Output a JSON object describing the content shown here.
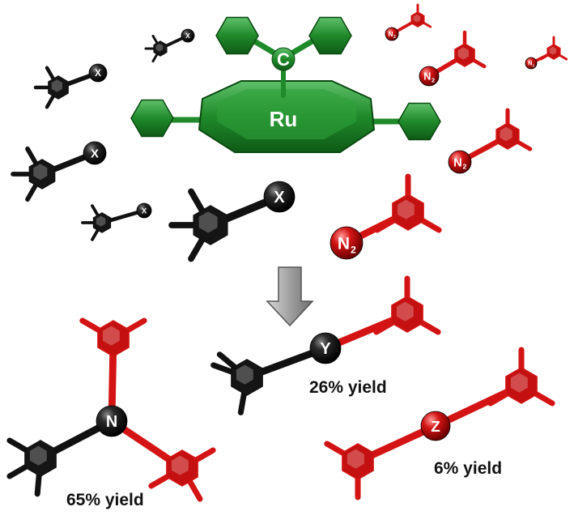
{
  "labels": {
    "catalyst_metal": "Ru",
    "carbene_atom": "C",
    "aryl_halide_atom": "X",
    "diazo_atom": "N",
    "diazo_subscript": "2",
    "product_n": "N",
    "product_y": "Y",
    "product_z": "Z"
  },
  "yields": {
    "amine": "65% yield",
    "cross": "26% yield",
    "homo": "6% yield"
  },
  "colors": {
    "aryl_black": "#111111",
    "diazo_red": "#d41414",
    "catalyst_green": "#1f8a2a",
    "arrow_gray": "#9a9a9a"
  },
  "icons": {
    "reaction_arrow": "down-arrow-icon"
  }
}
